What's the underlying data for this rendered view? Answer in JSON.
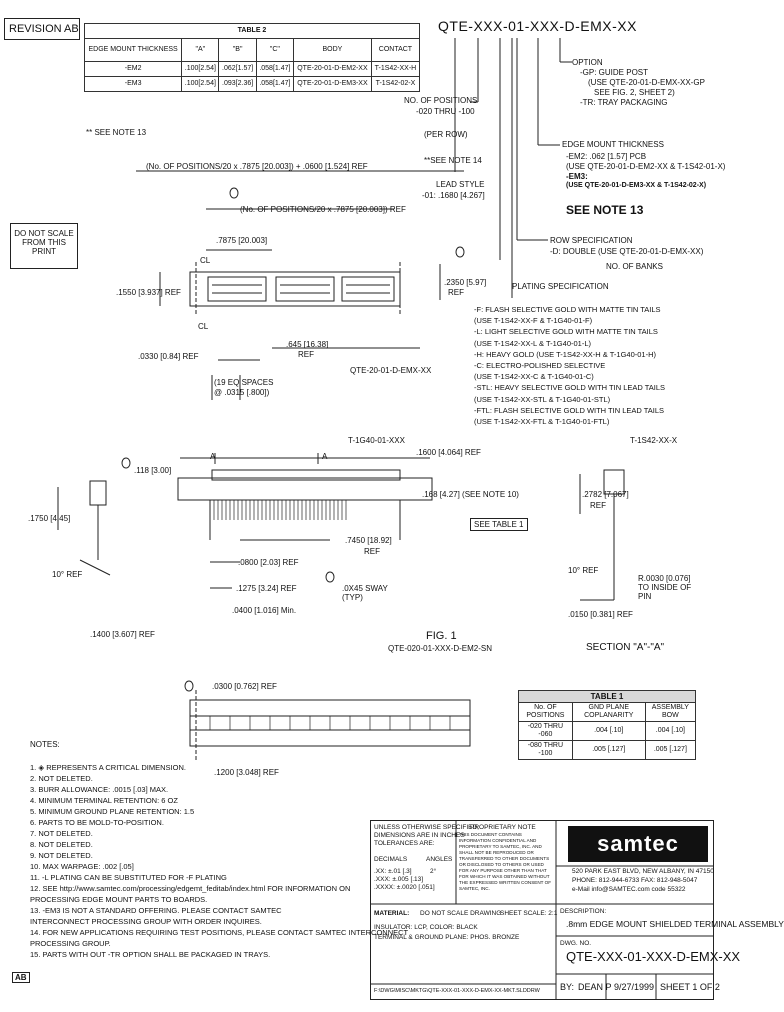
{
  "revision": "REVISION AB",
  "part_number_top": "QTE-XXX-01-XXX-D-EMX-XX",
  "table2": {
    "title": "TABLE 2",
    "headers": [
      "EDGE MOUNT THICKNESS",
      "\"A\"",
      "\"B\"",
      "\"C\"",
      "BODY",
      "CONTACT"
    ],
    "rows": [
      [
        "-EM2",
        ".100[2.54]",
        ".062[1.57]",
        ".058[1.47]",
        "QTE-20-01-D-EM2-XX",
        "T-1S42-XX-H"
      ],
      [
        "-EM3",
        ".100[2.54]",
        ".093[2.36]",
        ".058[1.47]",
        "QTE-20-01-D-EM3-XX",
        "T-1S42-02-X"
      ]
    ],
    "footnote": "** SEE NOTE 13"
  },
  "do_not_scale": "DO NOT SCALE FROM THIS PRINT",
  "callouts": {
    "option": "OPTION",
    "option_gp": "-GP: GUIDE POST",
    "option_gp_see1": "(USE QTE-20-01-D-EMX-XX-GP",
    "option_gp_see2": "SEE FIG. 2, SHEET 2)",
    "option_tr": "-TR: TRAY PACKAGING",
    "edge_mount": "EDGE MOUNT THICKNESS",
    "em2": "-EM2: .062 [1.57] PCB",
    "em2_use": "(USE QTE-20-01-D-EM2-XX & T-1S42-01-X)",
    "em3": "-EM3:",
    "em3_use": "(USE QTE-20-01-D-EM3-XX & T-1S42-02-X)",
    "see_note13": "SEE NOTE 13",
    "row_spec": "ROW SPECIFICATION",
    "row_spec_d": "-D: DOUBLE (USE QTE-20-01-D-EMX-XX)",
    "no_banks": "NO. OF BANKS",
    "no_positions": "NO. OF POSITIONS",
    "no_positions_vals": "-020 THRU -100",
    "per_row": "(PER ROW)",
    "see_note14": "**SEE NOTE 14",
    "lead_style": "LEAD STYLE",
    "lead_style_val": "-01: .1680 [4.267]",
    "plating_spec": "PLATING SPECIFICATION",
    "plating_lines": [
      "-F: FLASH SELECTIVE GOLD WITH MATTE TIN TAILS",
      "(USE T-1S42-XX-F & T-1G40-01-F)",
      "-L: LIGHT SELECTIVE GOLD WITH MATTE TIN TAILS",
      "(USE T-1S42-XX-L & T-1G40-01-L)",
      "-H: HEAVY GOLD (USE T-1S42-XX-H & T-1G40-01-H)",
      "-C: ELECTRO-POLISHED SELECTIVE",
      "(USE T-1S42-XX-C & T-1G40-01-C)",
      "-STL: HEAVY SELECTIVE GOLD WITH TIN LEAD TAILS",
      "(USE T-1S42-XX-STL & T-1G40-01-STL)",
      "-FTL: FLASH SELECTIVE GOLD WITH TIN LEAD TAILS",
      "(USE T-1S42-XX-FTL & T-1G40-01-FTL)"
    ]
  },
  "dims": {
    "d1": "(No. OF POSITIONS/20 x .7875 [20.003]) + .0600 [1.524] REF",
    "d2": "(No. OF POSITIONS/20 x .7875 [20.003]) REF",
    "d3": ".7875 [20.003]",
    "d4": ".1550 [3.937] REF",
    "d5": ".2350 [5.97]",
    "d5b": "REF",
    "d6": ".0330 [0.84] REF",
    "d7": ".645 [16.38]",
    "d7b": "REF",
    "d8": "(19 EQ SPACES",
    "d8b": "@ .0315 [.800])",
    "qte_ref": "QTE-20-01-D-EMX-XX",
    "cl": "CL",
    "t1g40": "T-1G40-01-XXX",
    "d9": ".1600 [4.064] REF",
    "d10": ".168 [4.27] (SEE NOTE 10)",
    "see_table1": "SEE TABLE 1",
    "d11": ".7450 [18.92]",
    "d11b": "REF",
    "d12": ".0800 [2.03] REF",
    "d13": ".1275 [3.24] REF",
    "d14": ".0400 [1.016] Min.",
    "d15": ".1400 [3.607] REF",
    "d16": ".118 [3.00]",
    "d17": ".1750 [4.45]",
    "d18": "10° REF",
    "chamfer": ".0X45 SWAY (TYP)",
    "t1s42": "T-1S42-XX-X",
    "d19": ".2782 [7.067]",
    "d19b": "REF",
    "d20": "10° REF",
    "d21": "R.0030 [0.076] TO INSIDE OF PIN",
    "d22": ".0150 [0.381] REF",
    "d23": ".0300 [0.762] REF",
    "d24": ".1200 [3.048] REF",
    "section_a": "A",
    "section": "SECTION \"A\"-\"A\"",
    "fig": "FIG. 1",
    "fig_sub": "QTE-020-01-XXX-D-EM2-SN"
  },
  "table1": {
    "title": "TABLE 1",
    "headers": [
      "No. OF POSITIONS",
      "GND PLANE COPLANARITY",
      "ASSEMBLY BOW"
    ],
    "rows": [
      [
        "-020 THRU -060",
        ".004 [.10]",
        ".004 [.10]"
      ],
      [
        "-080 THRU -100",
        ".005 [.127]",
        ".005 [.127]"
      ]
    ]
  },
  "notes": {
    "title": "NOTES:",
    "items": [
      "1. ◈ REPRESENTS A CRITICAL DIMENSION.",
      "2. NOT DELETED.",
      "3. BURR ALLOWANCE: .0015 [.03] MAX.",
      "4. MINIMUM TERMINAL RETENTION: 6 OZ",
      "5. MINIMUM GROUND PLANE RETENTION: 1.5",
      "6. PARTS TO BE MOLD-TO-POSITION.",
      "7. NOT DELETED.",
      "8. NOT DELETED.",
      "9. NOT DELETED.",
      "10. MAX WARPAGE: .002 [.05]",
      "11. -L PLATING CAN BE SUBSTITUTED FOR -F PLATING",
      "12. SEE http://www.samtec.com/processing/edgemt_feditab/index.html FOR INFORMATION ON",
      "    PROCESSING EDGE MOUNT PARTS TO BOARDS.",
      "13. -EM3 IS NOT A STANDARD OFFERING. PLEASE CONTACT SAMTEC",
      "    INTERCONNECT PROCESSING GROUP WITH ORDER INQUIRES.",
      "14. FOR NEW APPLICATIONS REQUIRING TEST POSITIONS, PLEASE CONTACT SAMTEC INTERCONNECT",
      "    PROCESSING GROUP.",
      "15. PARTS WITH OUT -TR OPTION SHALL BE PACKAGED IN TRAYS."
    ],
    "rev_marker": "AB"
  },
  "titleblock": {
    "unless": "UNLESS OTHERWISE SPECIFIED,",
    "dims_in": "DIMENSIONS ARE IN INCHES",
    "tolerances": "TOLERANCES ARE:",
    "decimals": "DECIMALS",
    "angles": "ANGLES",
    "tol_lines": [
      ".XX: ±.01 [.3]",
      ".XXX: ±.005 [.13]",
      ".XXXX: ±.0020 [.051]"
    ],
    "angle_tol": "2°",
    "proprietary_title": "PROPRIETARY NOTE",
    "proprietary": "THIS DOCUMENT CONTAINS INFORMATION CONFIDENTIAL AND PROPRIETARY TO SAMTEC, INC. AND SHALL NOT BE REPRODUCED OR TRANSFERRED TO OTHER DOCUMENTS OR DISCLOSED TO OTHERS OR USED FOR ANY PURPOSE OTHER THAN THAT FOR WHICH IT WAS OBTAINED WITHOUT THE EXPRESSED WRITTEN CONSENT OF SAMTEC, INC.",
    "material": "MATERIAL:",
    "insulator": "INSULATOR: LCP, COLOR: BLACK",
    "terminal": "TERMINAL & GROUND PLANE: PHOS. BRONZE",
    "do_not_scale2": "DO NOT SCALE DRAWING",
    "sheet_scale": "SHEET SCALE: 2:1",
    "logo": "samtec",
    "address": "520 PARK EAST BLVD, NEW ALBANY, IN 47150",
    "phone": "PHONE: 812-944-6733   FAX: 812-948-5047",
    "email": "e-Mail info@SAMTEC.com  code 55322",
    "desc_label": "DESCRIPTION:",
    "desc": ".8mm EDGE MOUNT SHIELDED TERMINAL ASSEMBLY",
    "dwg_label": "DWG. NO.",
    "dwg": "QTE-XXX-01-XXX-D-EMX-XX",
    "by_label": "BY:",
    "by": "DEAN P",
    "date": "9/27/1999",
    "sheet": "SHEET 1 OF 2",
    "file": "F:\\DWG\\MISC\\MKTG\\QTE-XXX-01-XXX-D-EMX-XX-MKT.SLDDRW"
  }
}
